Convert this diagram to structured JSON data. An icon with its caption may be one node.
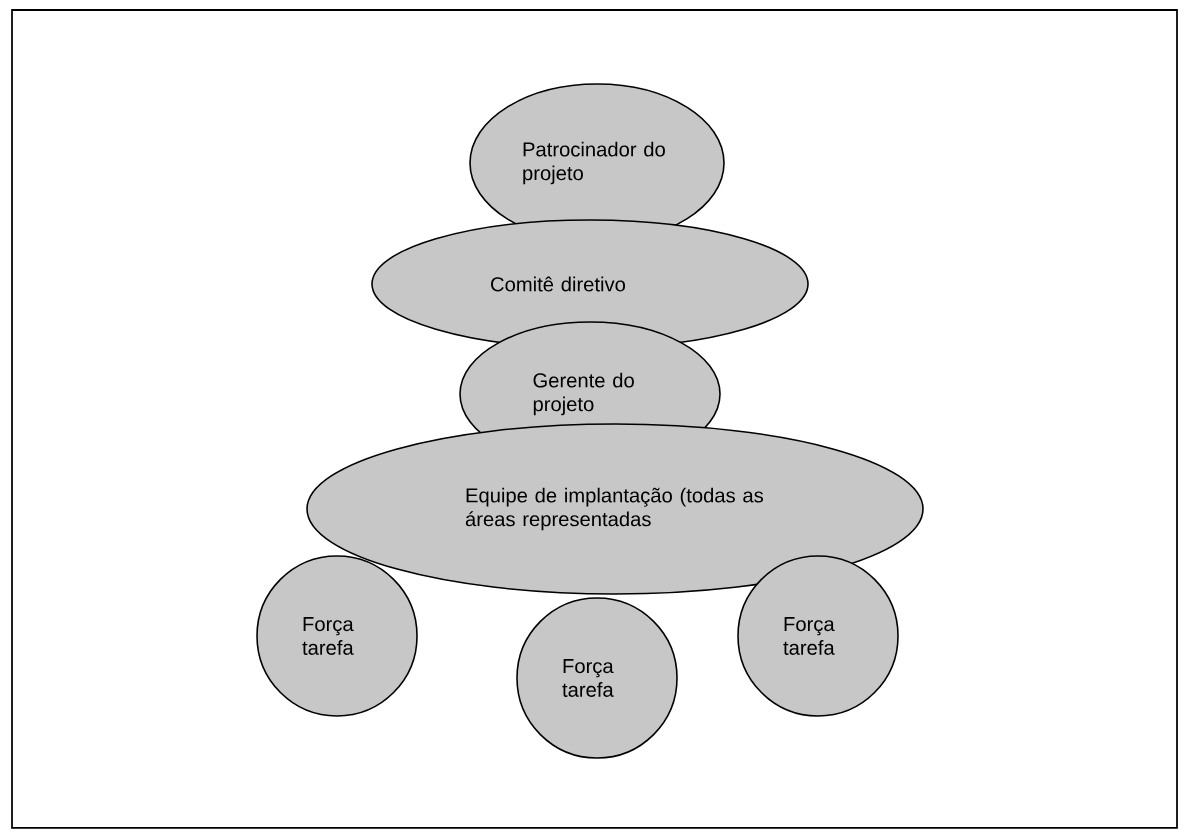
{
  "diagram": {
    "nodes": [
      {
        "text": [
          "Patrocinador do projeto"
        ]
      },
      {
        "text": [
          "Comitê diretivo"
        ]
      },
      {
        "text": [
          "Gerente do projeto"
        ]
      },
      {
        "text": [
          "Equipe de implantação (todas as áreas representadas"
        ]
      },
      {
        "text": [
          "Força tarefa"
        ]
      },
      {
        "text": [
          "Força tarefa"
        ]
      },
      {
        "text": [
          "Força tarefa"
        ]
      }
    ]
  }
}
